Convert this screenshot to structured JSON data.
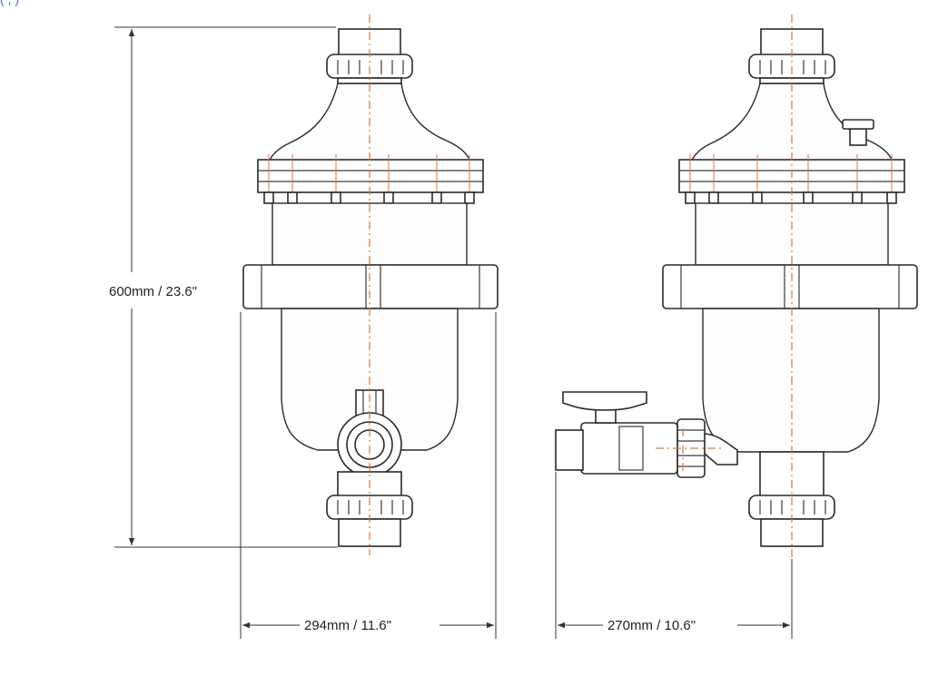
{
  "header_fragment": "(      ,    )",
  "dimensions": {
    "height": "600mm / 23.6\"",
    "front_width": "294mm / 11.6\"",
    "side_width": "270mm / 10.6\""
  },
  "colors": {
    "line": "#2a2a2a",
    "centerline": "#d9783d",
    "header_text": "#3b6fb6"
  }
}
